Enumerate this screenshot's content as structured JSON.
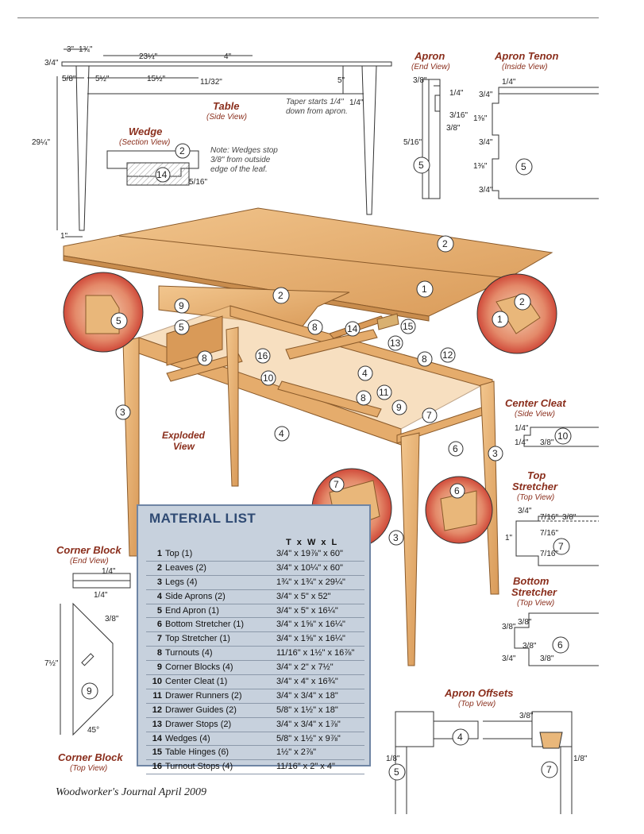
{
  "labels": {
    "table": "Table",
    "table_sub": "(Side View)",
    "wedge": "Wedge",
    "wedge_sub": "(Section View)",
    "apron": "Apron",
    "apron_sub": "(End View)",
    "apron_tenon": "Apron Tenon",
    "apron_tenon_sub": "(Inside View)",
    "exploded": "Exploded",
    "exploded2": "View",
    "center_cleat": "Center Cleat",
    "center_cleat_sub": "(Side View)",
    "top_stretcher": "Top",
    "top_stretcher2": "Stretcher",
    "top_stretcher_sub": "(Top View)",
    "bottom_stretcher": "Bottom",
    "bottom_stretcher2": "Stretcher",
    "bottom_stretcher_sub": "(Top View)",
    "corner_block_end": "Corner Block",
    "corner_block_end_sub": "(End View)",
    "corner_block_top": "Corner Block",
    "corner_block_top_sub": "(Top View)",
    "apron_offsets": "Apron Offsets",
    "apron_offsets_sub": "(Top View)"
  },
  "notes": {
    "taper": [
      "Taper starts 1/4\"",
      "down from apron."
    ],
    "wedges": [
      "Note: Wedges stop",
      "3/8\" from outside",
      "edge of the leaf."
    ]
  },
  "dims": {
    "d3": "3\"",
    "d1_3_4": "1¾\"",
    "d23_1_4": "23¼\"",
    "d4": "4\"",
    "d5_8": "5/8\"",
    "d5_1_2": "5½\"",
    "d15_1_2": "15½\"",
    "d11_32": "11/32\"",
    "d5": "5\"",
    "d29_1_4": "29¼\"",
    "d1": "1\"",
    "d3_4": "3/4\"",
    "d1_4": "1/4\"",
    "d45": "45°",
    "d7_1_2": "7½\"",
    "d3_8": "3/8\"",
    "d1_3_8": "1⅜\"",
    "d7_16": "7/16\"",
    "d1_8": "1/8\"",
    "d5_16": "5/16\"",
    "d3_16": "3/16\""
  },
  "callouts": [
    "1",
    "2",
    "3",
    "4",
    "5",
    "6",
    "7",
    "8",
    "9",
    "10",
    "11",
    "12",
    "13",
    "14",
    "15",
    "16"
  ],
  "material_list": {
    "title": "MATERIAL LIST",
    "header": "T x W x L",
    "items": [
      {
        "num": "1",
        "name": "Top (1)",
        "size": "3/4\" x 19⅞\" x 60\""
      },
      {
        "num": "2",
        "name": "Leaves (2)",
        "size": "3/4\" x 10¼\" x 60\""
      },
      {
        "num": "3",
        "name": "Legs (4)",
        "size": "1¾\" x 1¾\" x 29¼\""
      },
      {
        "num": "4",
        "name": "Side Aprons (2)",
        "size": "3/4\" x 5\" x 52\""
      },
      {
        "num": "5",
        "name": "End Apron (1)",
        "size": "3/4\" x 5\" x 16¼\""
      },
      {
        "num": "6",
        "name": "Bottom Stretcher (1)",
        "size": "3/4\" x 1⅝\" x 16¼\""
      },
      {
        "num": "7",
        "name": "Top Stretcher (1)",
        "size": "3/4\" x 1⅝\" x 16¼\""
      },
      {
        "num": "8",
        "name": "Turnouts (4)",
        "size": "11/16\" x 1½\" x 16⅞\""
      },
      {
        "num": "9",
        "name": "Corner Blocks (4)",
        "size": "3/4\" x 2\" x 7½\""
      },
      {
        "num": "10",
        "name": "Center Cleat (1)",
        "size": "3/4\" x 4\" x 16¾\""
      },
      {
        "num": "11",
        "name": "Drawer Runners (2)",
        "size": "3/4\" x 3/4\" x 18\""
      },
      {
        "num": "12",
        "name": "Drawer Guides (2)",
        "size": "5/8\" x 1½\" x 18\""
      },
      {
        "num": "13",
        "name": "Drawer Stops (2)",
        "size": "3/4\" x 3/4\" x 1⅞\""
      },
      {
        "num": "14",
        "name": "Wedges (4)",
        "size": "5/8\" x 1½\" x 9⅞\""
      },
      {
        "num": "15",
        "name": "Table Hinges (6)",
        "size": "1½\" x 2⅞\""
      },
      {
        "num": "16",
        "name": "Turnout Stops (4)",
        "size": "11/16\" x 2\" x 4\""
      }
    ]
  },
  "footer": "Woodworker's Journal   April 2009",
  "colors": {
    "wood": "#e9b77a",
    "wood_dark": "#c98d4e",
    "label": "#8a2e1c",
    "panel": "#c7d1dd",
    "panel_border": "#6f85a4",
    "panel_title": "#2f4a73"
  }
}
